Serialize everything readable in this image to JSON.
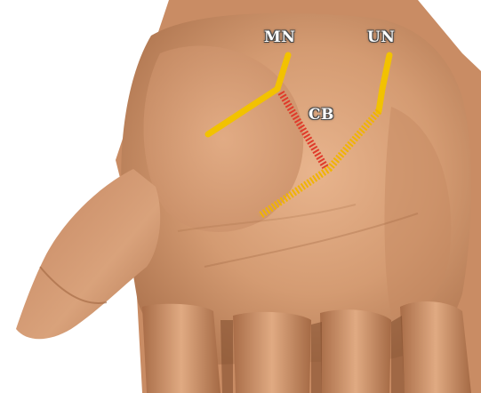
{
  "labels": {
    "median_nerve": "MN",
    "ulnar_nerve": "UN",
    "communicating_branch": "CB"
  },
  "colors": {
    "nerve": "#f2c200",
    "nerve_hatched": "#f0b400",
    "communicating_branch": "#e03a2a",
    "skin_light": "#d9a07a",
    "skin_shadow": "#9a6440",
    "background": "#ffffff"
  }
}
